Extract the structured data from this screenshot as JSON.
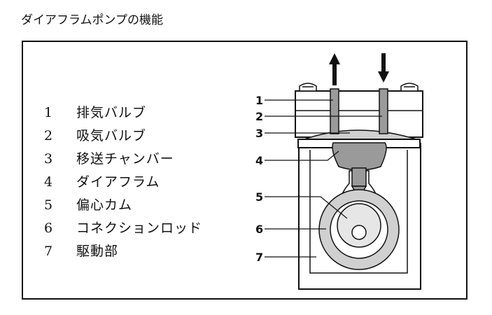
{
  "title": "ダイアフラムポンプの機能",
  "legend": [
    {
      "number": "1",
      "label": "排気バルブ"
    },
    {
      "number": "2",
      "label": "吸気バルブ"
    },
    {
      "number": "3",
      "label": "移送チャンバー"
    },
    {
      "number": "4",
      "label": "ダイアフラム"
    },
    {
      "number": "5",
      "label": "偏心カム"
    },
    {
      "number": "6",
      "label": "コネクションロッド"
    },
    {
      "number": "7",
      "label": "駆動部"
    }
  ],
  "callouts": [
    "1",
    "2",
    "3",
    "4",
    "5",
    "6",
    "7"
  ],
  "colors": {
    "ink": "#111111",
    "fill_mid": "#9a9a9a",
    "fill_light": "#d0d0d0",
    "fill_pale": "#e6e6e6"
  }
}
